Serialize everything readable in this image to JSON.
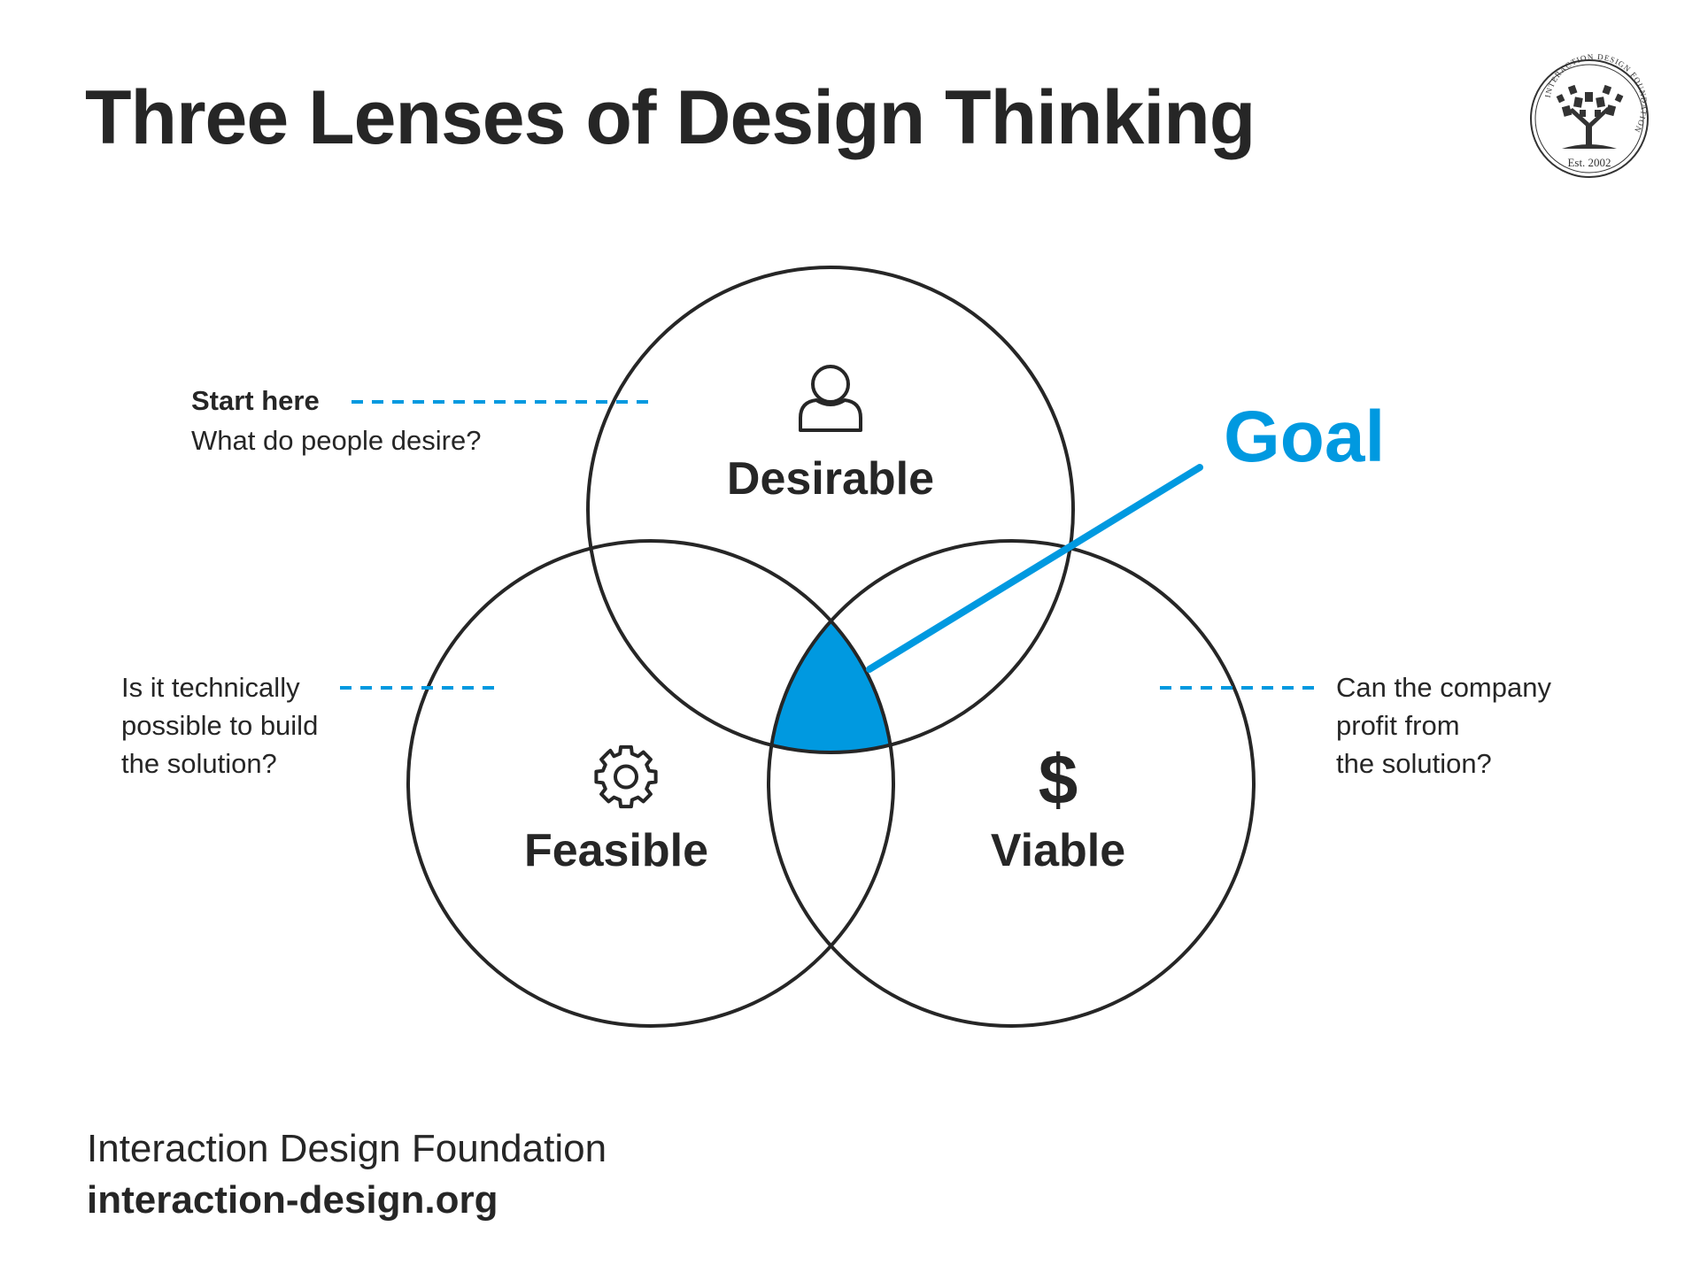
{
  "title": "Three Lenses of Design Thinking",
  "lenses": {
    "desirable": {
      "label": "Desirable",
      "icon": "person-icon"
    },
    "feasible": {
      "label": "Feasible",
      "icon": "gear-icon"
    },
    "viable": {
      "label": "Viable",
      "icon": "dollar-icon",
      "symbol": "$"
    }
  },
  "goal": {
    "label": "Goal"
  },
  "annotations": {
    "start": {
      "heading": "Start here",
      "text": "What do people desire?"
    },
    "feasible": {
      "lines": [
        "Is it technically",
        "possible to build",
        "the solution?"
      ]
    },
    "viable": {
      "lines": [
        "Can the company",
        "profit from",
        "the solution?"
      ]
    }
  },
  "footer": {
    "organization": "Interaction Design Foundation",
    "url": "interaction-design.org"
  },
  "badge": {
    "arc_text": "INTERACTION DESIGN FOUNDATION",
    "established": "Est. 2002"
  },
  "colors": {
    "accent": "#0099e0",
    "ink": "#262626",
    "background": "#ffffff"
  }
}
